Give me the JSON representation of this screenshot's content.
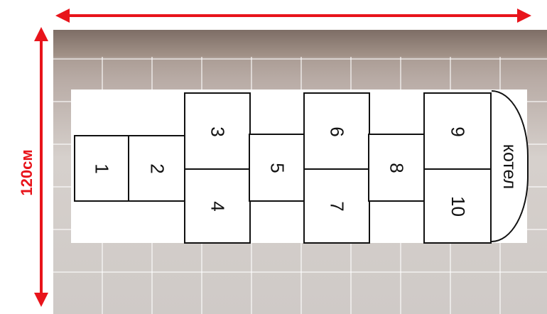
{
  "measurements": {
    "height_label": "120см",
    "width_label": ""
  },
  "board": {
    "cells": [
      "1",
      "2",
      "3",
      "4",
      "5",
      "6",
      "7",
      "8",
      "9",
      "10"
    ],
    "end_zone": "котел"
  },
  "colors": {
    "arrow": "#e8141b",
    "line": "#111111"
  }
}
